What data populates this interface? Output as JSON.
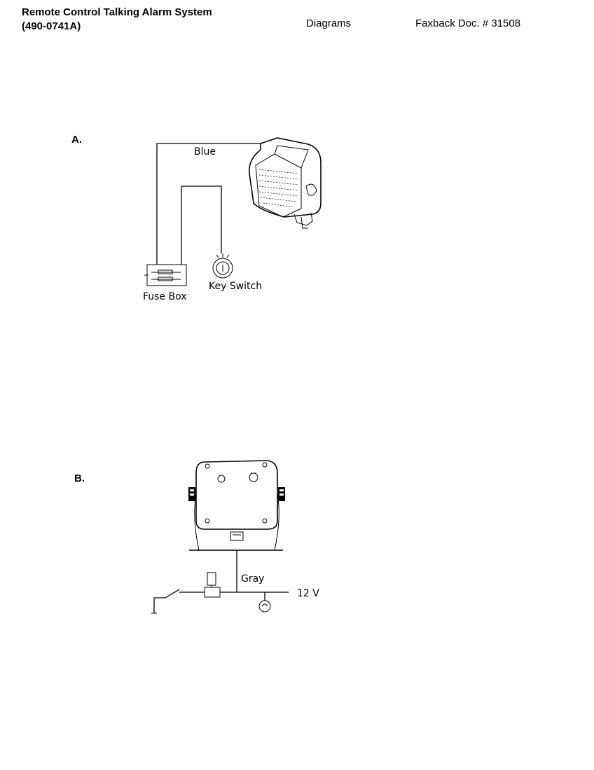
{
  "header": {
    "title_line1": "Remote Control Talking Alarm System",
    "title_line2": "(490-0741A)",
    "section": "Diagrams",
    "doc_ref": "Faxback Doc. # 31508"
  },
  "diagram_a": {
    "marker": "A.",
    "wire_label": "Blue",
    "fuse_box_label": "Fuse Box",
    "key_switch_label": "Key Switch"
  },
  "diagram_b": {
    "marker": "B.",
    "wire_label": "Gray",
    "voltage_label": "12 V"
  }
}
